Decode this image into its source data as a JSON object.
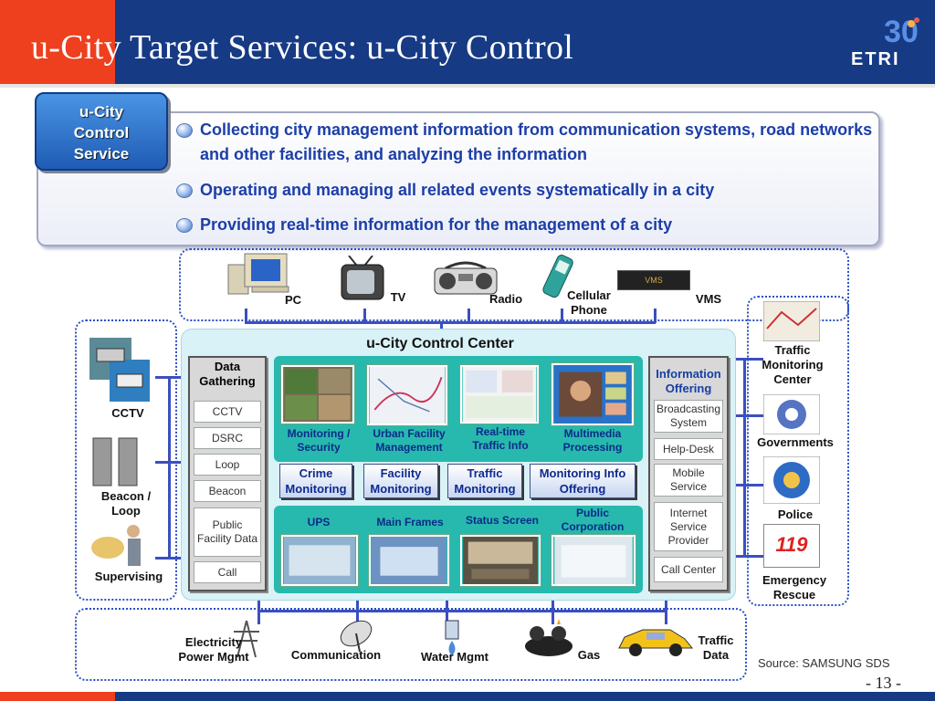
{
  "header": {
    "title": "u-City Target Services: u-City Control",
    "logo_text": "ETRI",
    "logo_badge": "30"
  },
  "service": {
    "badge_lines": [
      "u-City",
      "Control",
      "Service"
    ],
    "bullets": [
      "Collecting city management information from communication systems, road networks and other facilities, and analyzing the information",
      "Operating and managing all related events systematically in a city",
      "Providing real-time information for the management of a city"
    ]
  },
  "devices": {
    "pc": "PC",
    "tv": "TV",
    "radio": "Radio",
    "cellular": "Cellular Phone",
    "vms": "VMS",
    "vms_screen": "VMS"
  },
  "left_sources": {
    "cctv": "CCTV",
    "beacon": "Beacon / Loop",
    "supervising": "Supervising"
  },
  "right_clients": {
    "traffic_center": "Traffic Monitoring Center",
    "governments": "Governments",
    "police": "Police",
    "emergency": "Emergency Rescue",
    "emergency_sign": "119"
  },
  "bottom_services": {
    "electricity": "Electricity Power Mgmt",
    "communication": "Communication",
    "water": "Water Mgmt",
    "gas": "Gas",
    "traffic_data": "Traffic Data"
  },
  "center": {
    "title": "u-City Control Center",
    "data_gathering": {
      "title": "Data Gathering",
      "items": [
        "CCTV",
        "DSRC",
        "Loop",
        "Beacon",
        "Public Facility Data",
        "Call"
      ]
    },
    "info_offering": {
      "title": "Information Offering",
      "items": [
        "Broadcasting System",
        "Help-Desk",
        "Mobile Service",
        "Internet Service Provider",
        "Call Center"
      ]
    },
    "pictures": [
      "Monitoring / Security",
      "Urban Facility Management",
      "Real-time Traffic Info",
      "Multimedia Processing"
    ],
    "monitoring": [
      "Crime Monitoring",
      "Facility Monitoring",
      "Traffic Monitoring",
      "Monitoring Info Offering"
    ],
    "infra": [
      "UPS",
      "Main Frames",
      "Status Screen",
      "Public Corporation"
    ]
  },
  "footer": {
    "source": "Source: SAMSUNG SDS",
    "page": "- 13 -"
  }
}
